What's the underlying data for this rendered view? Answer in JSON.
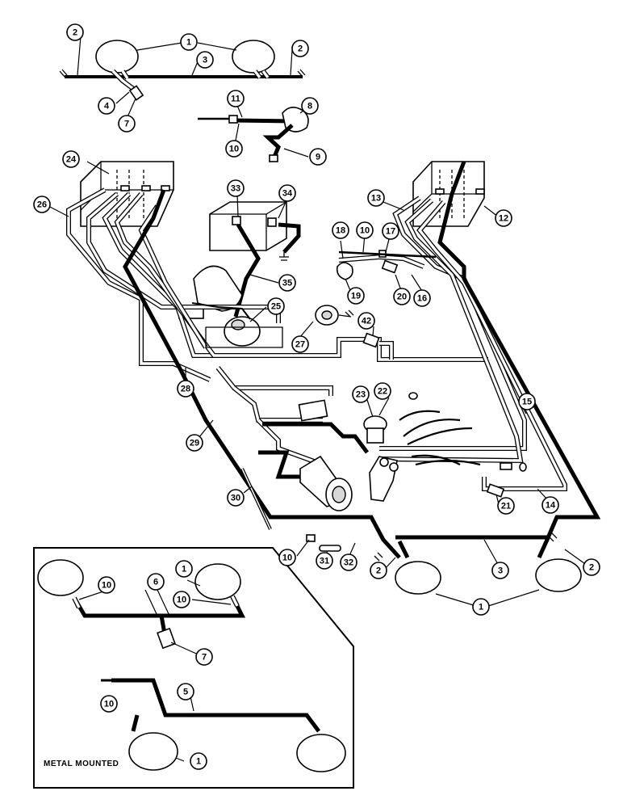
{
  "diagram": {
    "inset_label": "METAL MOUNTED",
    "callouts": {
      "c1a": "1",
      "c2a": "2",
      "c2b": "2",
      "c3a": "3",
      "c4": "4",
      "c7a": "7",
      "c11": "11",
      "c8": "8",
      "c10a": "10",
      "c9": "9",
      "c24": "24",
      "c26": "26",
      "c33": "33",
      "c34": "34",
      "c35": "35",
      "c25": "25",
      "c27": "27",
      "c28": "28",
      "c29": "29",
      "c30": "30",
      "c13": "13",
      "c12": "12",
      "c18": "18",
      "c10b": "10",
      "c17": "17",
      "c19": "19",
      "c20": "20",
      "c16": "16",
      "c42": "42",
      "c15": "15",
      "c23": "23",
      "c22": "22",
      "c21": "21",
      "c14": "14",
      "c10c": "10",
      "c31": "31",
      "c32": "32",
      "c2c": "2",
      "c3b": "3",
      "c2d": "2",
      "c1b": "1",
      "c1c": "1",
      "c10d": "10",
      "c6": "6",
      "c10e": "10",
      "c7b": "7",
      "c5": "5",
      "c10f": "10",
      "c1d": "1"
    }
  }
}
